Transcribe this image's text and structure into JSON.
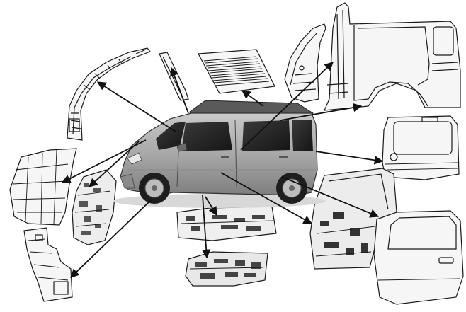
{
  "figure": {
    "background": "#ffffff",
    "line_color": "#1a1a1a",
    "car_body_color": "#9a9a9a",
    "panel_fill": "#f6f6f6",
    "arrow_color": "#111111"
  },
  "parts": [
    {
      "id": "a-pillar-outer",
      "icon": "pillar-outline"
    },
    {
      "id": "a-pillar-trim",
      "icon": "pillar-strip"
    },
    {
      "id": "roof-panel",
      "icon": "ribbed-panel"
    },
    {
      "id": "center-pillar",
      "icon": "pillar-outline"
    },
    {
      "id": "body-side-outer",
      "icon": "body-side"
    },
    {
      "id": "hood",
      "icon": "hood-panel"
    },
    {
      "id": "fender-apron",
      "icon": "inner-structure"
    },
    {
      "id": "back-door",
      "icon": "door-panel"
    },
    {
      "id": "floor-panel-front",
      "icon": "floor-structure"
    },
    {
      "id": "floor-panel-rear",
      "icon": "floor-structure"
    },
    {
      "id": "front-door-inner",
      "icon": "door-inner"
    },
    {
      "id": "front-door-outer",
      "icon": "door-panel"
    },
    {
      "id": "dash-side",
      "icon": "inner-structure"
    }
  ]
}
